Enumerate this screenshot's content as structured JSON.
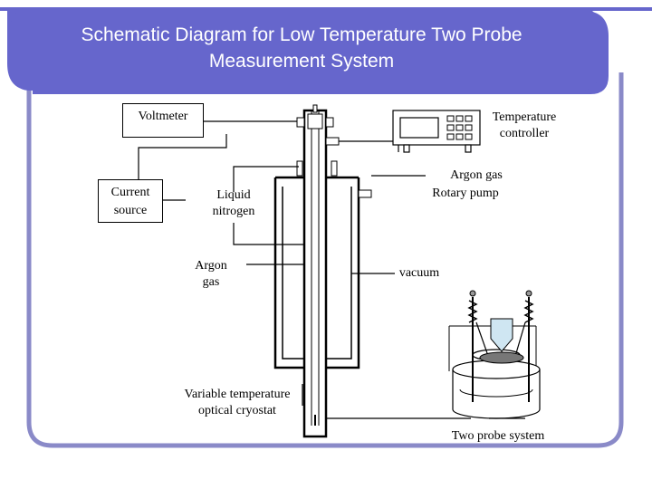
{
  "slide": {
    "title_line1": "Schematic Diagram for Low Temperature Two Probe",
    "title_line2": "Measurement System"
  },
  "labels": {
    "voltmeter": "Voltmeter",
    "current_line1": "Current",
    "current_line2": "source",
    "liquid_line1": "Liquid",
    "liquid_line2": "nitrogen",
    "argon_line1": "Argon",
    "argon_line2": "gas",
    "temp_line1": "Temperature",
    "temp_line2": "controller",
    "argon_rotary_line1": "Argon gas",
    "argon_rotary_line2": "Rotary pump",
    "vacuum": "vacuum",
    "cryostat_line1": "Variable temperature",
    "cryostat_line2": "optical cryostat",
    "two_probe": "Two probe system"
  },
  "colors": {
    "title_bar": "#6666cc",
    "frame_border": "#8a8ac8",
    "line": "#000000",
    "probe_cap": "#999999",
    "sample": "#777777"
  }
}
